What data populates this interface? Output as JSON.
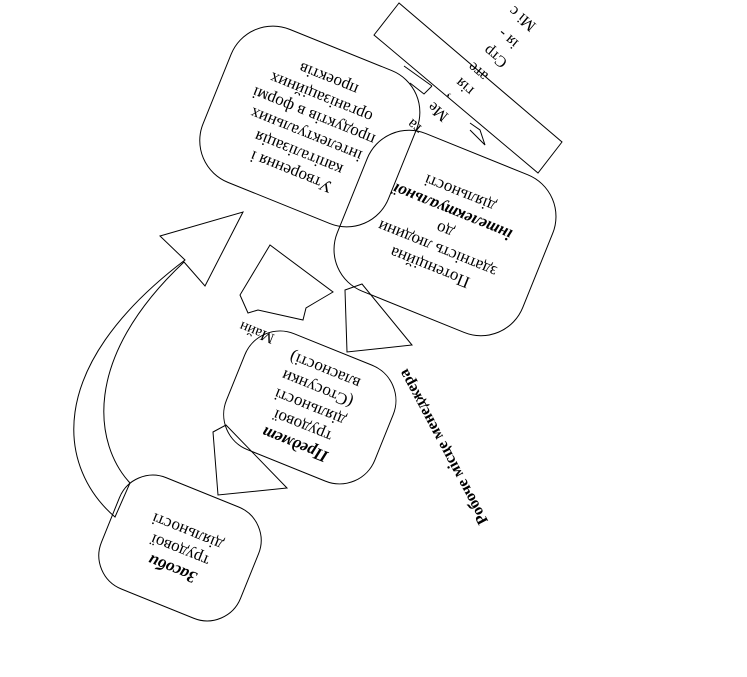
{
  "diagram": {
    "mission_box": {
      "lines": [
        "Мі с",
        "ія -",
        "Стр",
        "ате",
        "гія",
        ",",
        "Ме",
        "та"
      ]
    },
    "creation_box": {
      "lines": [
        "Утворення і",
        "капіталізація",
        "інтелектуальних",
        "продуктів в формі",
        "організаційних",
        "проектів"
      ]
    },
    "potential_box": {
      "line1": "Потенційна",
      "line2": "здатність людини",
      "line3": "до",
      "line4_emph": "інтелектуальної",
      "line5": "діяльності"
    },
    "subject_box": {
      "title_emph": "Предмет",
      "lines": [
        "трудової",
        "діяльності",
        "(Стосунки",
        "власності)"
      ]
    },
    "means_box": {
      "title_emph": "Засоби",
      "lines": [
        "трудової",
        "діяльності"
      ]
    },
    "arrow_label": "Майн",
    "workplace_label": "Робоче місце менеджера"
  }
}
